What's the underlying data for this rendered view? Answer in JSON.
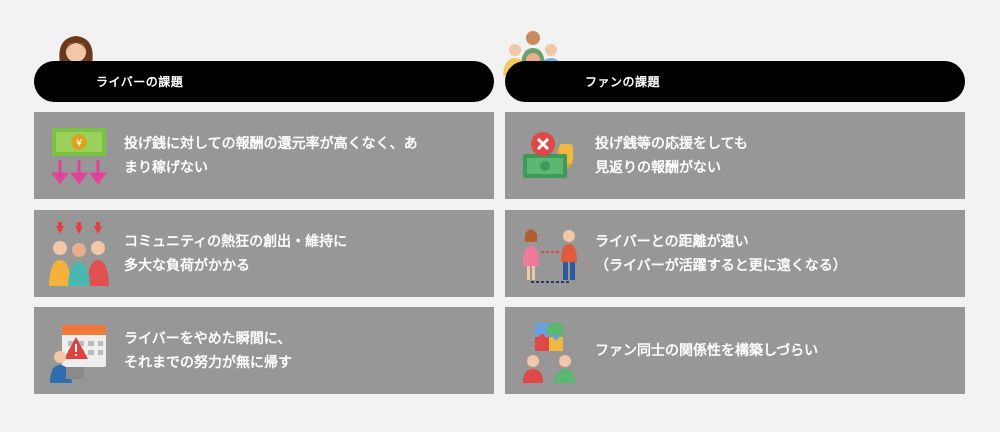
{
  "left": {
    "header_title": "ライバーの課題",
    "items": [
      {
        "icon": "money-down-arrows-icon",
        "text": "投げ銭に対しての報酬の還元率が高くなく、あ\nまり稼げない"
      },
      {
        "icon": "people-pressure-icon",
        "text": "コミュニティの熱狂の創出・維持に\n多大な負荷がかかる"
      },
      {
        "icon": "calendar-warning-icon",
        "text": "ライバーをやめた瞬間に、\nそれまでの努力が無に帰す"
      }
    ]
  },
  "right": {
    "header_title": "ファンの課題",
    "items": [
      {
        "icon": "money-cancel-icon",
        "text": "投げ銭等の応援をしても\n見返りの報酬がない"
      },
      {
        "icon": "distance-people-icon",
        "text": "ライバーとの距離が遠い\n（ライバーが活躍すると更に遠くなる）"
      },
      {
        "icon": "puzzle-people-icon",
        "text": "ファン同士の関係性を構築しづらい"
      }
    ]
  },
  "colors": {
    "background": "#f2f2f2",
    "card": "#979797",
    "header": "#000000",
    "text": "#ffffff"
  }
}
